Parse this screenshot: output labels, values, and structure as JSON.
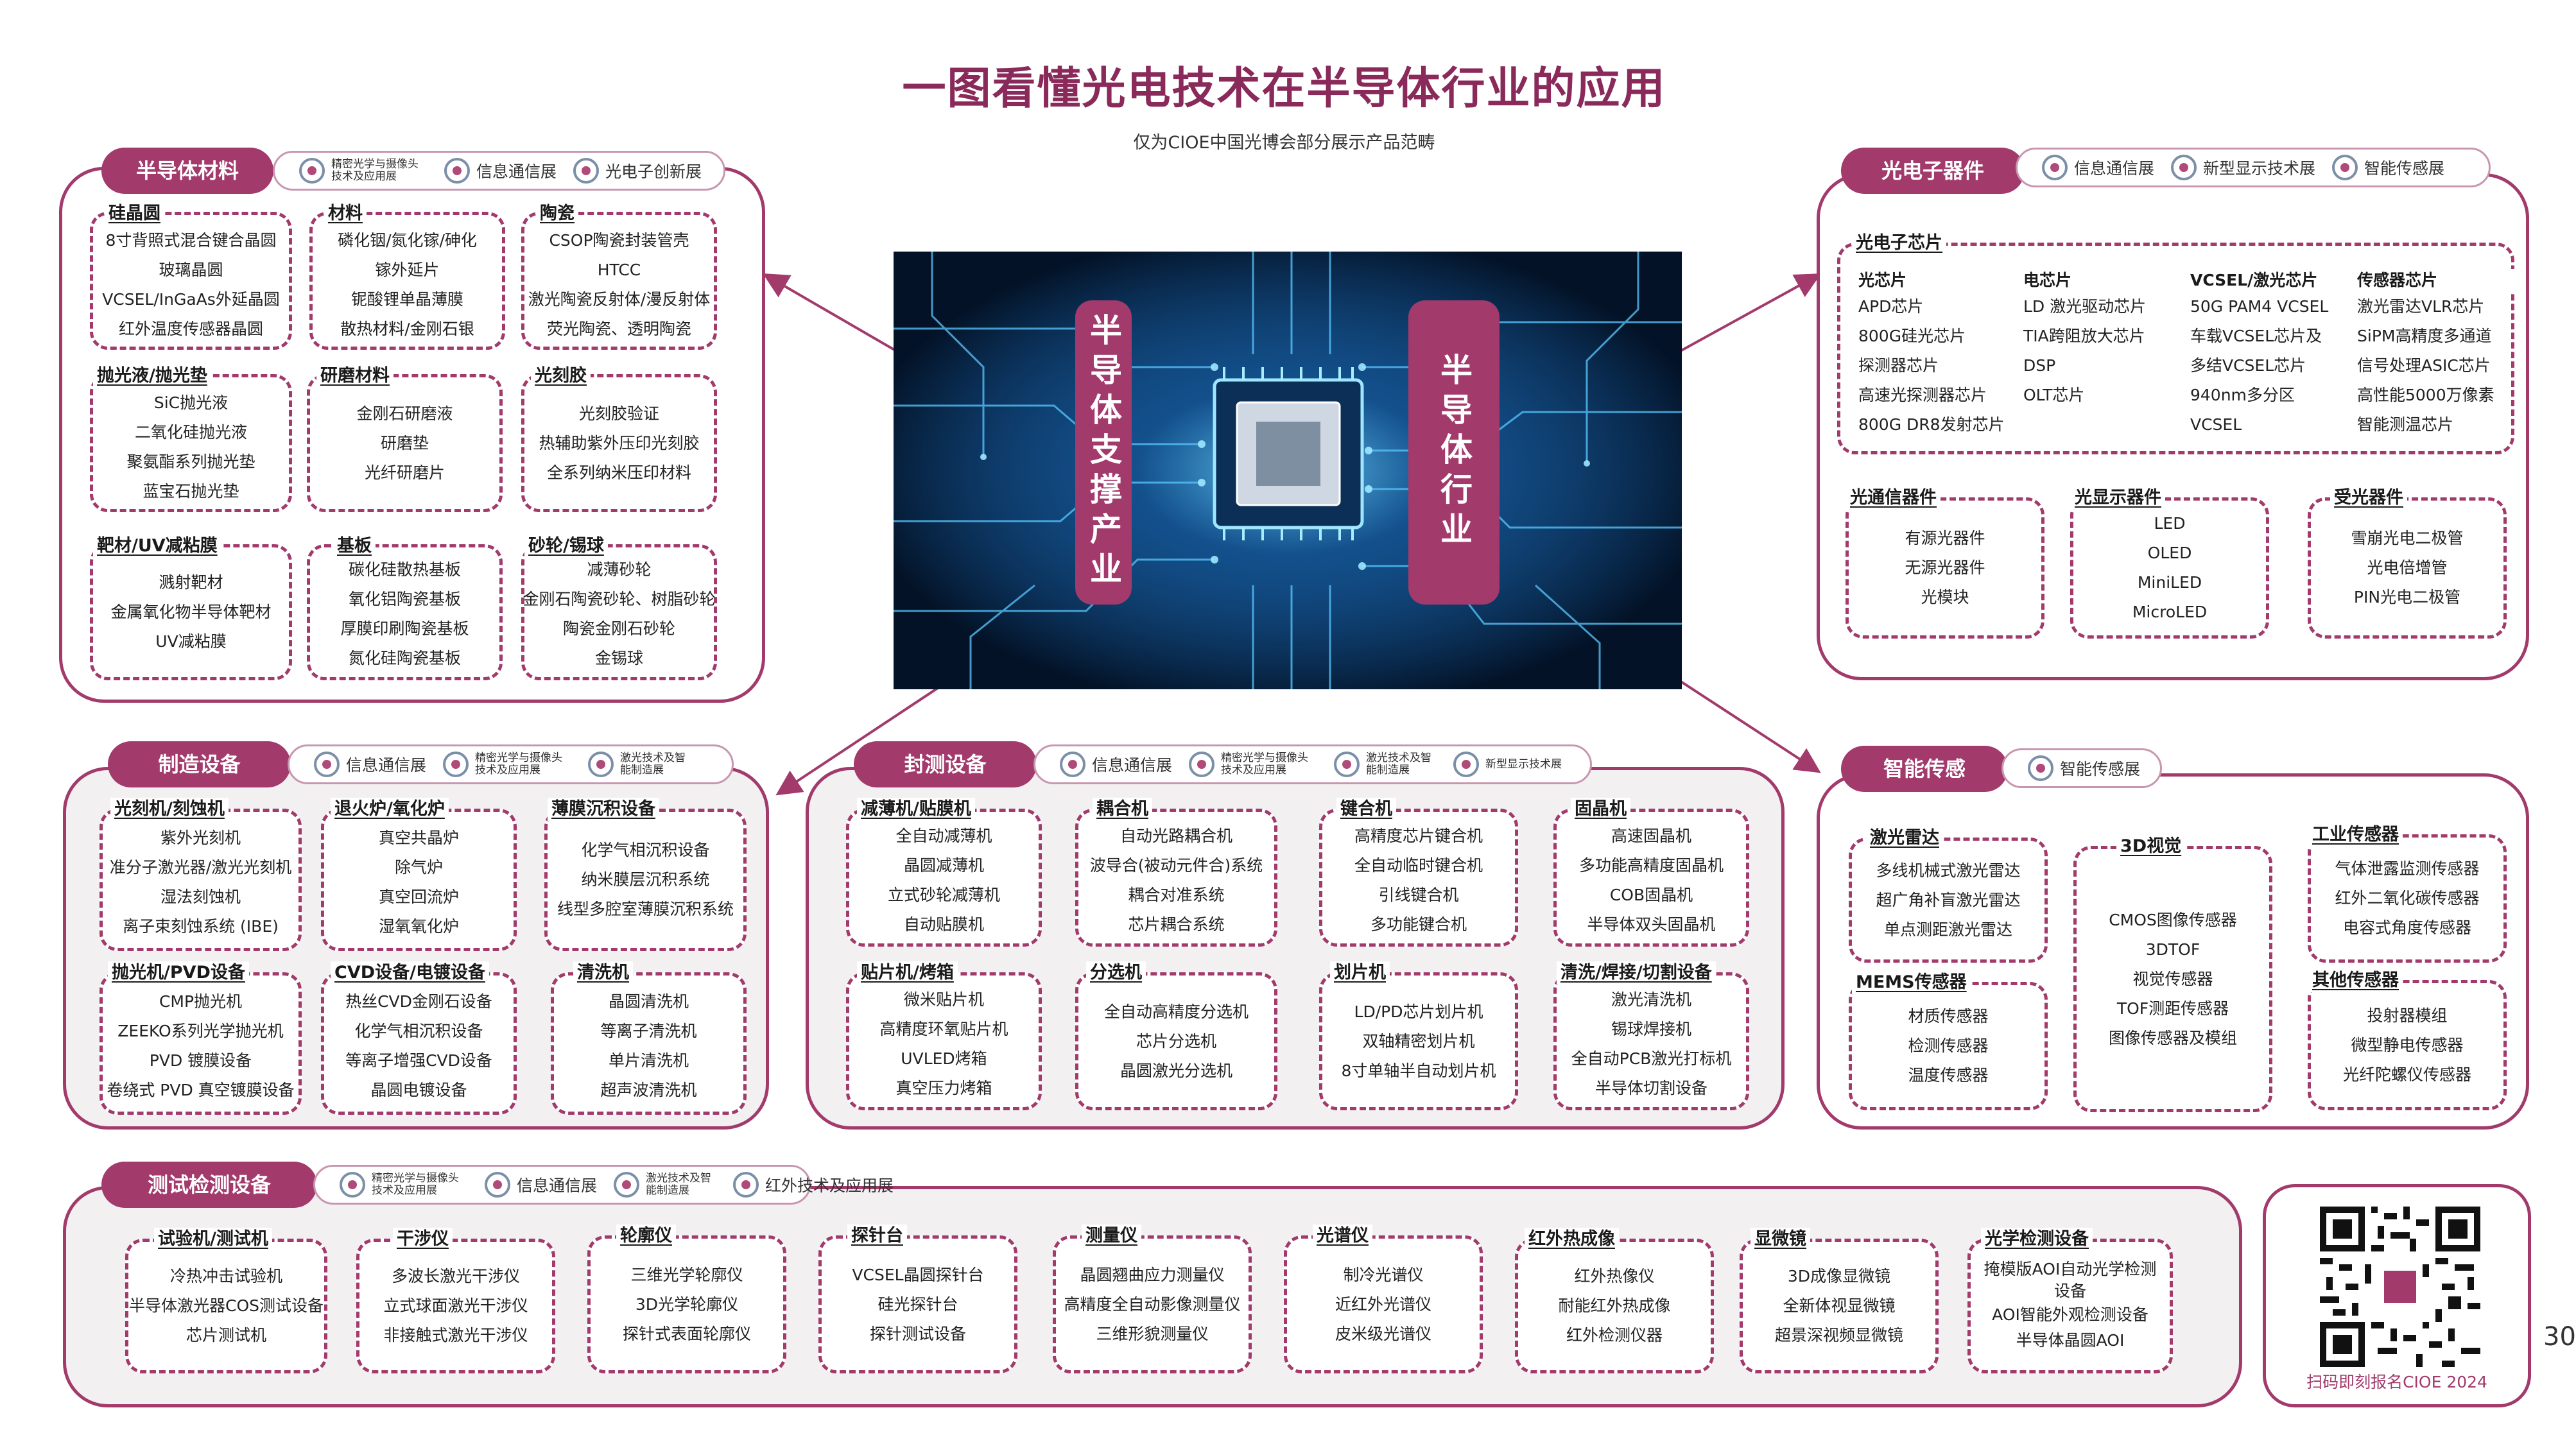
{
  "title": "一图看懂光电技术在半导体行业的应用",
  "subtitle": "仅为CIOE中国光博会部分展示产品范畴",
  "banners": {
    "left": "半导体支撑产业",
    "right": "半导体行业"
  },
  "qr_caption": "扫码即刻报名CIOE 2024",
  "page_number": "30",
  "colors": {
    "accent": "#a23a6c",
    "title": "#8a2a5b"
  },
  "sections": {
    "materials": {
      "label": "半导体材料",
      "logos": [
        "精密光学与摄像头技术及应用展",
        "信息通信展",
        "光电子创新展"
      ],
      "boxes": [
        {
          "title": "硅晶圆",
          "items": [
            "8寸背照式混合键合晶圆",
            "玻璃晶圆",
            "VCSEL/InGaAs外延晶圆",
            "红外温度传感器晶圆"
          ]
        },
        {
          "title": "材料",
          "items": [
            "磷化铟/氮化镓/砷化",
            "镓外延片",
            "铌酸锂单晶薄膜",
            "散热材料/金刚石银"
          ]
        },
        {
          "title": "陶瓷",
          "items": [
            "CSOP陶瓷封装管壳",
            "HTCC",
            "激光陶瓷反射体/漫反射体",
            "荧光陶瓷、透明陶瓷"
          ]
        },
        {
          "title": "抛光液/抛光垫",
          "items": [
            "SiC抛光液",
            "二氧化硅抛光液",
            "聚氨酯系列抛光垫",
            "蓝宝石抛光垫"
          ]
        },
        {
          "title": "研磨材料",
          "items": [
            "金刚石研磨液",
            "研磨垫",
            "光纤研磨片"
          ]
        },
        {
          "title": "光刻胶",
          "items": [
            "光刻胶验证",
            "热辅助紫外压印光刻胶",
            "全系列纳米压印材料"
          ]
        },
        {
          "title": "靶材/UV减粘膜",
          "items": [
            "溅射靶材",
            "金属氧化物半导体靶材",
            "UV减粘膜"
          ]
        },
        {
          "title": "基板",
          "items": [
            "碳化硅散热基板",
            "氧化铝陶瓷基板",
            "厚膜印刷陶瓷基板",
            "氮化硅陶瓷基板"
          ]
        },
        {
          "title": "砂轮/锡球",
          "items": [
            "减薄砂轮",
            "金刚石陶瓷砂轮、树脂砂轮",
            "陶瓷金刚石砂轮",
            "金锡球"
          ]
        }
      ]
    },
    "optoelectronic": {
      "label": "光电子器件",
      "logos": [
        "信息通信展",
        "新型显示技术展",
        "智能传感展"
      ],
      "chip_title": "光电子芯片",
      "chip_columns": [
        {
          "title": "光芯片",
          "items": [
            "APD芯片",
            "800G硅光芯片",
            "探测器芯片",
            "高速光探测器芯片",
            "800G DR8发射芯片"
          ]
        },
        {
          "title": "电芯片",
          "items": [
            "LD 激光驱动芯片",
            "TIA跨阻放大芯片",
            "DSP",
            "OLT芯片"
          ]
        },
        {
          "title": "VCSEL/激光芯片",
          "items": [
            "50G PAM4 VCSEL",
            "车载VCSEL芯片及",
            "多结VCSEL芯片",
            "940nm多分区",
            "VCSEL"
          ]
        },
        {
          "title": "传感器芯片",
          "items": [
            "激光雷达VLR芯片",
            "SiPM高精度多通道",
            "信号处理ASIC芯片",
            "高性能5000万像素",
            "智能测温芯片"
          ]
        }
      ],
      "boxes": [
        {
          "title": "光通信器件",
          "items": [
            "有源光器件",
            "无源光器件",
            "光模块"
          ]
        },
        {
          "title": "光显示器件",
          "items": [
            "LED",
            "OLED",
            "MiniLED",
            "MicroLED"
          ]
        },
        {
          "title": "受光器件",
          "items": [
            "雪崩光电二极管",
            "光电倍增管",
            "PIN光电二极管"
          ]
        }
      ]
    },
    "manufacturing": {
      "label": "制造设备",
      "logos": [
        "信息通信展",
        "精密光学与摄像头技术及应用展",
        "激光技术及智能制造展"
      ],
      "boxes": [
        {
          "title": "光刻机/刻蚀机",
          "items": [
            "紫外光刻机",
            "准分子激光器/激光光刻机",
            "湿法刻蚀机",
            "离子束刻蚀系统 (IBE)"
          ]
        },
        {
          "title": "退火炉/氧化炉",
          "items": [
            "真空共晶炉",
            "除气炉",
            "真空回流炉",
            "湿氧氧化炉"
          ]
        },
        {
          "title": "薄膜沉积设备",
          "items": [
            "化学气相沉积设备",
            "纳米膜层沉积系统",
            "线型多腔室薄膜沉积系统"
          ]
        },
        {
          "title": "抛光机/PVD设备",
          "items": [
            "CMP抛光机",
            "ZEEKO系列光学抛光机",
            "PVD 镀膜设备",
            "卷绕式 PVD 真空镀膜设备"
          ]
        },
        {
          "title": "CVD设备/电镀设备",
          "items": [
            "热丝CVD金刚石设备",
            "化学气相沉积设备",
            "等离子增强CVD设备",
            "晶圆电镀设备"
          ]
        },
        {
          "title": "清洗机",
          "items": [
            "晶圆清洗机",
            "等离子清洗机",
            "单片清洗机",
            "超声波清洗机"
          ]
        }
      ]
    },
    "packaging": {
      "label": "封测设备",
      "logos": [
        "信息通信展",
        "精密光学与摄像头技术及应用展",
        "激光技术及智能制造展",
        "新型显示技术展"
      ],
      "boxes": [
        {
          "title": "减薄机/贴膜机",
          "items": [
            "全自动减薄机",
            "晶圆减薄机",
            "立式砂轮减薄机",
            "自动贴膜机"
          ]
        },
        {
          "title": "耦合机",
          "items": [
            "自动光路耦合机",
            "波导合(被动元件合)系统",
            "耦合对准系统",
            "芯片耦合系统"
          ]
        },
        {
          "title": "键合机",
          "items": [
            "高精度芯片键合机",
            "全自动临时键合机",
            "引线键合机",
            "多功能键合机"
          ]
        },
        {
          "title": "固晶机",
          "items": [
            "高速固晶机",
            "多功能高精度固晶机",
            "COB固晶机",
            "半导体双头固晶机"
          ]
        },
        {
          "title": "贴片机/烤箱",
          "items": [
            "微米贴片机",
            "高精度环氧贴片机",
            "UVLED烤箱",
            "真空压力烤箱"
          ]
        },
        {
          "title": "分选机",
          "items": [
            "全自动高精度分选机",
            "芯片分选机",
            "晶圆激光分选机"
          ]
        },
        {
          "title": "划片机",
          "items": [
            "LD/PD芯片划片机",
            "双轴精密划片机",
            "8寸单轴半自动划片机"
          ]
        },
        {
          "title": "清洗/焊接/切割设备",
          "items": [
            "激光清洗机",
            "锡球焊接机",
            "全自动PCB激光打标机",
            "半导体切割设备"
          ]
        }
      ]
    },
    "sensing": {
      "label": "智能传感",
      "logos": [
        "智能传感展"
      ],
      "boxes": [
        {
          "title": "激光雷达",
          "items": [
            "多线机械式激光雷达",
            "超广角补盲激光雷达",
            "单点测距激光雷达"
          ]
        },
        {
          "title": "3D视觉",
          "items": [
            "CMOS图像传感器",
            "3DTOF",
            "视觉传感器",
            "TOF测距传感器",
            "图像传感器及模组"
          ]
        },
        {
          "title": "工业传感器",
          "items": [
            "气体泄露监测传感器",
            "红外二氧化碳传感器",
            "电容式角度传感器"
          ]
        },
        {
          "title": "MEMS传感器",
          "items": [
            "材质传感器",
            "检测传感器",
            "温度传感器"
          ]
        },
        {
          "title": "其他传感器",
          "items": [
            "投射器模组",
            "微型静电传感器",
            "光纤陀螺仪传感器"
          ]
        }
      ]
    },
    "testing": {
      "label": "测试检测设备",
      "logos": [
        "精密光学与摄像头技术及应用展",
        "信息通信展",
        "激光技术及智能制造展",
        "红外技术及应用展"
      ],
      "boxes": [
        {
          "title": "试验机/测试机",
          "items": [
            "冷热冲击试验机",
            "半导体激光器COS测试设备",
            "芯片测试机"
          ]
        },
        {
          "title": "干涉仪",
          "items": [
            "多波长激光干涉仪",
            "立式球面激光干涉仪",
            "非接触式激光干涉仪"
          ]
        },
        {
          "title": "轮廓仪",
          "items": [
            "三维光学轮廓仪",
            "3D光学轮廓仪",
            "探针式表面轮廓仪"
          ]
        },
        {
          "title": "探针台",
          "items": [
            "VCSEL晶圆探针台",
            "硅光探针台",
            "探针测试设备"
          ]
        },
        {
          "title": "测量仪",
          "items": [
            "晶圆翘曲应力测量仪",
            "高精度全自动影像测量仪",
            "三维形貌测量仪"
          ]
        },
        {
          "title": "光谱仪",
          "items": [
            "制冷光谱仪",
            "近红外光谱仪",
            "皮米级光谱仪"
          ]
        },
        {
          "title": "红外热成像",
          "items": [
            "红外热像仪",
            "耐能红外热成像",
            "红外检测仪器"
          ]
        },
        {
          "title": "显微镜",
          "items": [
            "3D成像显微镜",
            "全新体视显微镜",
            "超景深视频显微镜"
          ]
        },
        {
          "title": "光学检测设备",
          "items": [
            "掩模版AOI自动光学检测",
            "设备",
            "AOI智能外观检测设备",
            "半导体晶圆AOI"
          ]
        }
      ]
    }
  }
}
